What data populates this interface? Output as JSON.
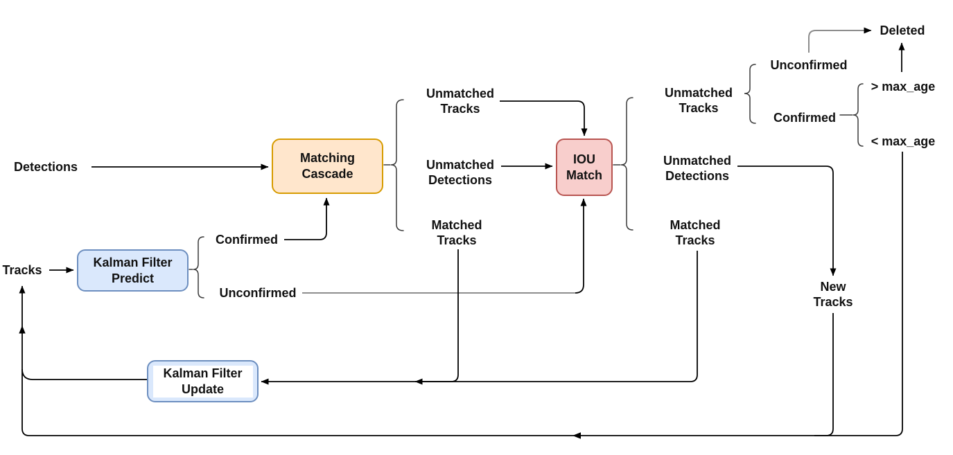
{
  "colors": {
    "edge": "#000000",
    "edge_muted": "#8d8d8d",
    "brace": "#3a3a3a",
    "label_bg": "#ffffff",
    "orange_fill": "#FFE6CC",
    "orange_stroke": "#D79B00",
    "red_fill": "#F8CECC",
    "red_stroke": "#B85450",
    "blue_fill": "#DAE8FC",
    "blue_stroke": "#6C8EBF"
  },
  "nodes": {
    "matching_cascade": {
      "label": "Matching Cascade",
      "fill": "#FFE6CC",
      "stroke": "#D79B00"
    },
    "iou_match": {
      "label": "IOU Match",
      "fill": "#F8CECC",
      "stroke": "#B85450"
    },
    "kalman_predict": {
      "label": "Kalman Filter Predict",
      "fill": "#DAE8FC",
      "stroke": "#6C8EBF"
    },
    "kalman_update": {
      "label": "Kalman Filter Update",
      "fill": "#DAE8FC",
      "stroke": "#6C8EBF"
    }
  },
  "labels": {
    "detections": "Detections",
    "tracks": "Tracks",
    "confirmed_1": "Confirmed",
    "unconfirmed_1": "Unconfirmed",
    "unmatched_tracks_1": "Unmatched Tracks",
    "unmatched_detections_1": "Unmatched Detections",
    "matched_tracks_1": "Matched Tracks",
    "unmatched_tracks_2": "Unmatched Tracks",
    "unmatched_detections_2": "Unmatched Detections",
    "matched_tracks_2": "Matched Tracks",
    "unconfirmed_2": "Unconfirmed",
    "confirmed_2": "Confirmed",
    "deleted": "Deleted",
    "gt_max_age": "> max_age",
    "lt_max_age": "< max_age",
    "new_tracks": "New Tracks"
  }
}
